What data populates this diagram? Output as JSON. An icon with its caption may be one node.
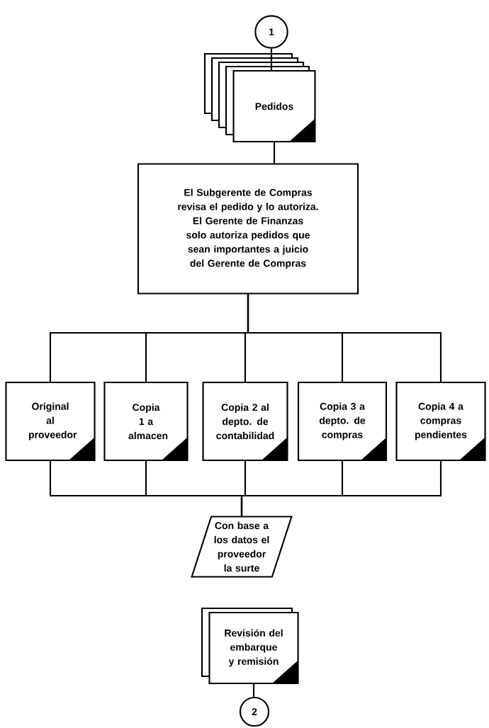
{
  "diagram": {
    "nodes": [
      {
        "text": [
          "1"
        ]
      },
      {
        "text": [
          "Pedidos"
        ]
      },
      {
        "text": [
          "El Subgerente de Compras revisa el pedido y lo autoriza. El Gerente de Finanzas solo autoriza pedidos que sean importantes a juicio del Gerente de Compras"
        ]
      },
      {
        "text": [
          "Original al proveedor"
        ]
      },
      {
        "text": [
          "Copia 1 a almacen"
        ]
      },
      {
        "text": [
          "Copia 2 al depto. de contabilidad"
        ]
      },
      {
        "text": [
          "Copia 3 a depto. de compras"
        ]
      },
      {
        "text": [
          "Copia 4 a compras pendientes"
        ]
      },
      {
        "text": [
          "Con base a los datos el proveedor la surte"
        ]
      },
      {
        "text": [
          "Revisión del embarque y remisión"
        ]
      },
      {
        "text": [
          "2"
        ]
      }
    ],
    "edges": [
      {
        "from": 0,
        "to": 1,
        "arrow": "none"
      },
      {
        "from": 1,
        "to": 2,
        "arrow": "none"
      },
      {
        "from": 2,
        "to": 3,
        "arrow": "none"
      },
      {
        "from": 2,
        "to": 4,
        "arrow": "none"
      },
      {
        "from": 2,
        "to": 5,
        "arrow": "none"
      },
      {
        "from": 2,
        "to": 6,
        "arrow": "none"
      },
      {
        "from": 2,
        "to": 7,
        "arrow": "none"
      },
      {
        "from": 3,
        "to": 8,
        "arrow": "none"
      },
      {
        "from": 4,
        "to": 8,
        "arrow": "none"
      },
      {
        "from": 5,
        "to": 8,
        "arrow": "none"
      },
      {
        "from": 6,
        "to": 8,
        "arrow": "none"
      },
      {
        "from": 7,
        "to": 8,
        "arrow": "none"
      },
      {
        "from": 9,
        "to": 10,
        "arrow": "none"
      }
    ]
  }
}
